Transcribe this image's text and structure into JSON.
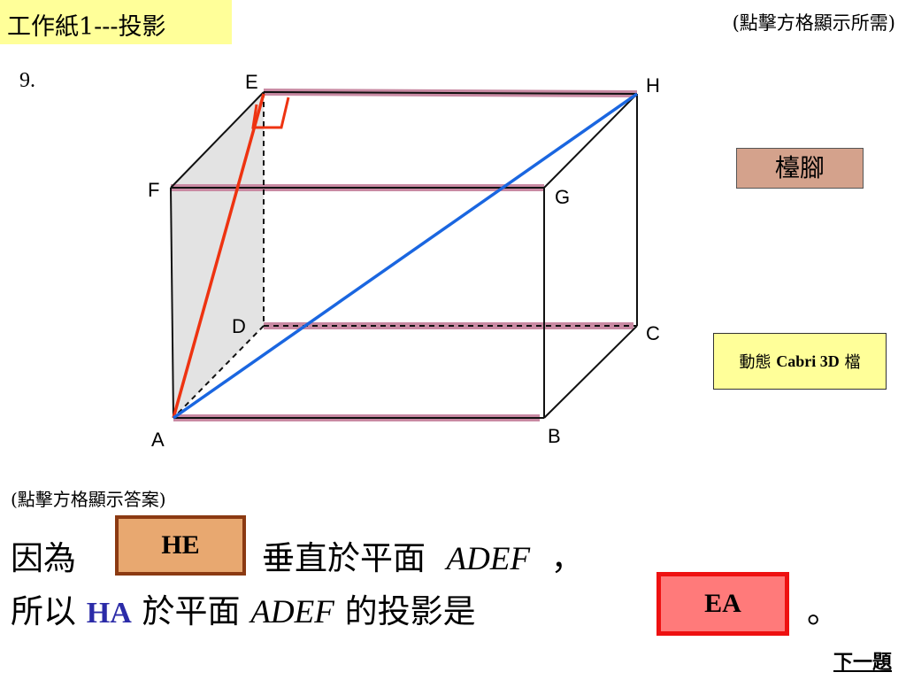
{
  "header": {
    "title": "工作紙1---投影",
    "hint_top": "(點擊方格顯示所需)"
  },
  "question": {
    "number": "9."
  },
  "figure": {
    "vertices": {
      "A": "A",
      "B": "B",
      "C": "C",
      "D": "D",
      "E": "E",
      "F": "F",
      "G": "G",
      "H": "H"
    }
  },
  "buttons": {
    "platform_label": "檯腳",
    "cabri_prefix": "動態",
    "cabri_bold": "Cabri 3D",
    "cabri_suffix": "檔"
  },
  "answer": {
    "hint": "(點擊方格顯示答案)",
    "line1_start": "因為",
    "he_box": "HE",
    "line1_mid": "垂直於平面",
    "plane": "ADEF",
    "line1_end": "，",
    "line2_start": "所以",
    "ha": "HA",
    "line2_mid": "於平面",
    "line2_after": "的投影是",
    "ea_box": "EA",
    "line2_end": "。"
  },
  "nav": {
    "next": "下一題"
  },
  "colors": {
    "title_bg": "#ffff99",
    "platform_bg": "#d4a28c",
    "he_box_bg": "#e8a870",
    "he_box_border": "#8b3a12",
    "ea_box_bg": "#ff7a7a",
    "ea_box_border": "#ee1111",
    "red_line": "#ee3311",
    "blue_line": "#1a66e0",
    "highlight_edge": "#c0809a"
  }
}
